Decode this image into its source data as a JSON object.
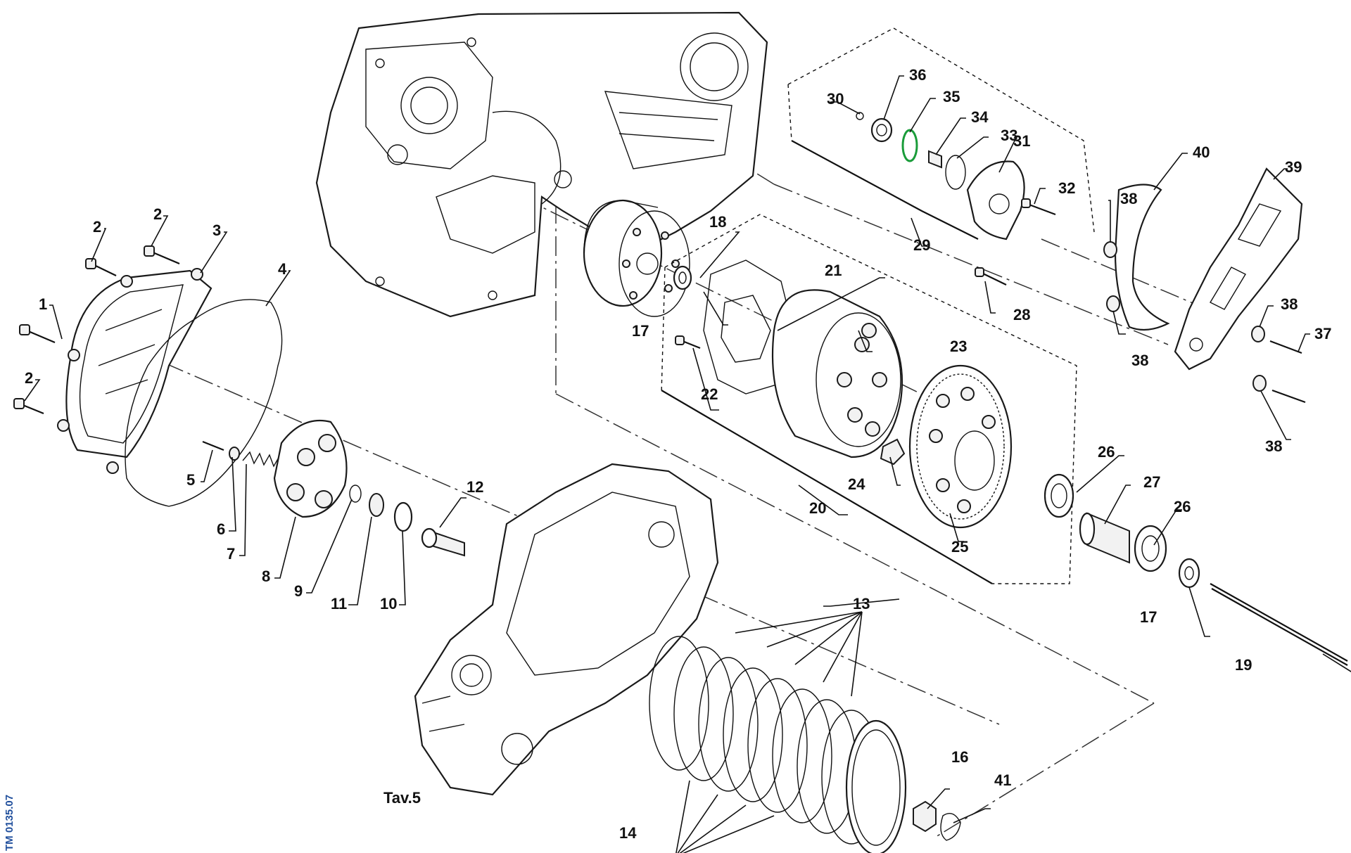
{
  "drawing_code": "TM 0135.07",
  "reference_label": "Tav.5",
  "callouts": [
    {
      "id": "c1",
      "text": "1"
    },
    {
      "id": "c2a",
      "text": "2"
    },
    {
      "id": "c2b",
      "text": "2"
    },
    {
      "id": "c2c",
      "text": "2"
    },
    {
      "id": "c3",
      "text": "3"
    },
    {
      "id": "c4",
      "text": "4"
    },
    {
      "id": "c5",
      "text": "5"
    },
    {
      "id": "c6",
      "text": "6"
    },
    {
      "id": "c7",
      "text": "7"
    },
    {
      "id": "c8",
      "text": "8"
    },
    {
      "id": "c9",
      "text": "9"
    },
    {
      "id": "c10",
      "text": "10"
    },
    {
      "id": "c11",
      "text": "11"
    },
    {
      "id": "c12",
      "text": "12"
    },
    {
      "id": "c13",
      "text": "13"
    },
    {
      "id": "c14",
      "text": "14"
    },
    {
      "id": "c16",
      "text": "16"
    },
    {
      "id": "c17a",
      "text": "17"
    },
    {
      "id": "c17b",
      "text": "17"
    },
    {
      "id": "c18",
      "text": "18"
    },
    {
      "id": "c19",
      "text": "19"
    },
    {
      "id": "c20",
      "text": "20"
    },
    {
      "id": "c21",
      "text": "21"
    },
    {
      "id": "c22",
      "text": "22"
    },
    {
      "id": "c23",
      "text": "23"
    },
    {
      "id": "c24",
      "text": "24"
    },
    {
      "id": "c25",
      "text": "25"
    },
    {
      "id": "c26a",
      "text": "26"
    },
    {
      "id": "c26b",
      "text": "26"
    },
    {
      "id": "c27",
      "text": "27"
    },
    {
      "id": "c28",
      "text": "28"
    },
    {
      "id": "c29",
      "text": "29"
    },
    {
      "id": "c30",
      "text": "30"
    },
    {
      "id": "c31",
      "text": "31"
    },
    {
      "id": "c32",
      "text": "32"
    },
    {
      "id": "c33",
      "text": "33"
    },
    {
      "id": "c34",
      "text": "34"
    },
    {
      "id": "c35",
      "text": "35"
    },
    {
      "id": "c36",
      "text": "36"
    },
    {
      "id": "c37",
      "text": "37"
    },
    {
      "id": "c38a",
      "text": "38"
    },
    {
      "id": "c38b",
      "text": "38"
    },
    {
      "id": "c38c",
      "text": "38"
    },
    {
      "id": "c38d",
      "text": "38"
    },
    {
      "id": "c39",
      "text": "39"
    },
    {
      "id": "c40",
      "text": "40"
    },
    {
      "id": "c41",
      "text": "41"
    }
  ],
  "colors": {
    "line": "#111111",
    "highlight_oring": "#1a9c3a",
    "code_text": "#1f4e9c"
  }
}
